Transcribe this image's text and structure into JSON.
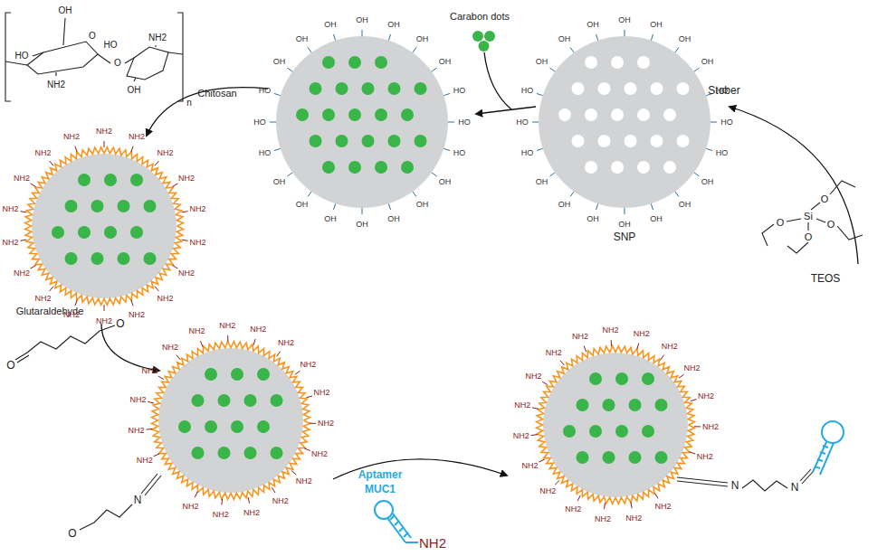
{
  "diagram": {
    "labels": [
      "Carabon dots",
      "Stober",
      "SNP",
      "TEOS",
      "Chitosan",
      "Glutaraldehyde",
      "Aptamer",
      "MUC1",
      "NH2",
      "OH",
      "O",
      "HO",
      "NH2",
      "O",
      "HO",
      "NH2",
      "OH",
      "n",
      "O",
      "O",
      "O",
      "N",
      "Si",
      "O",
      "O",
      "O",
      "O",
      "N",
      "N",
      "OH",
      "OH",
      "OH",
      "OH",
      "HO",
      "HO",
      "HO",
      "OH",
      "OH",
      "OH",
      "OH",
      "OH",
      "OH",
      "OH",
      "HO",
      "HO",
      "HO",
      "OH",
      "OH",
      "OH",
      "OH",
      "OH",
      "OH",
      "OH",
      "HO",
      "HO",
      "HO",
      "OH",
      "OH",
      "OH",
      "OH",
      "OH",
      "OH",
      "OH",
      "HO",
      "HO",
      "HO",
      "OH",
      "OH",
      "OH",
      "NH2",
      "NH2",
      "NH2",
      "NH2",
      "NH2",
      "NH2",
      "NH2",
      "NH2",
      "NH2",
      "NH2",
      "NH2",
      "NH2",
      "NH2",
      "NH2",
      "NH2",
      "NH2",
      "NH2",
      "NH2",
      "NH2",
      "NH2",
      "NH2",
      "NH2",
      "NH2",
      "NH2",
      "NH2",
      "NH2",
      "NH2",
      "NH2",
      "NH2",
      "NH2",
      "NH2",
      "NH2",
      "NH2",
      "NH2",
      "NH2",
      "NH2",
      "NH2",
      "NH2",
      "NH2",
      "NH2",
      "NH2",
      "NH2",
      "NH2",
      "NH2",
      "NH2",
      "NH2",
      "NH2",
      "NH2",
      "NH2",
      "NH2",
      "NH2",
      "NH2",
      "NH2",
      "NH2"
    ]
  }
}
